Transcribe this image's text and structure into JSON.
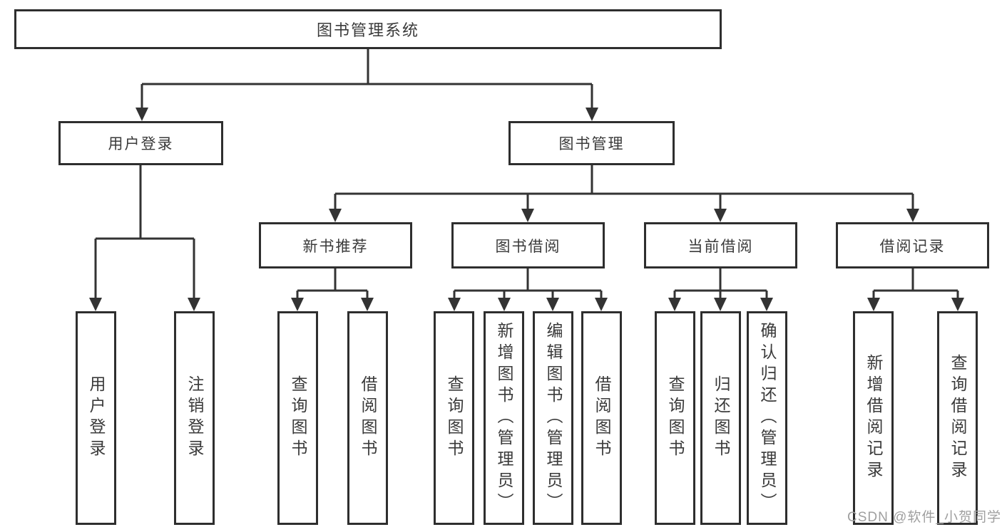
{
  "diagram": {
    "root_label": "图书管理系统",
    "branches": [
      {
        "label": "用户登录",
        "leaves": [
          {
            "label": "用户登录"
          },
          {
            "label": "注销登录"
          }
        ]
      },
      {
        "label": "图书管理",
        "groups": [
          {
            "label": "新书推荐",
            "leaves": [
              {
                "label": "查询图书"
              },
              {
                "label": "借阅图书"
              }
            ]
          },
          {
            "label": "图书借阅",
            "leaves": [
              {
                "label": "查询图书"
              },
              {
                "label": "新增图书（管理员）"
              },
              {
                "label": "编辑图书（管理员）"
              },
              {
                "label": "借阅图书"
              }
            ]
          },
          {
            "label": "当前借阅",
            "leaves": [
              {
                "label": "查询图书"
              },
              {
                "label": "归还图书"
              },
              {
                "label": "确认归还（管理员）"
              }
            ]
          },
          {
            "label": "借阅记录",
            "leaves": [
              {
                "label": "新增借阅记录"
              },
              {
                "label": "查询借阅记录"
              }
            ]
          }
        ]
      }
    ]
  },
  "watermark": {
    "text": "CSDN @软件_小贺同学"
  },
  "colors": {
    "box_border": "#2e2e2e",
    "connector_line": "#333333",
    "text": "#3a3a3a",
    "watermark_text": "#9f9f9f",
    "background": "#ffffff"
  }
}
